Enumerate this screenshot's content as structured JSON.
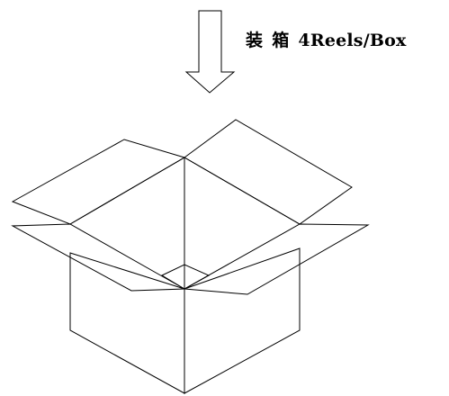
{
  "caption": {
    "chinese_char_1": "装",
    "chinese_char_2": "箱",
    "quantity_text": "4Reels/Box"
  },
  "colors": {
    "stroke": "#000000",
    "background": "#ffffff"
  }
}
